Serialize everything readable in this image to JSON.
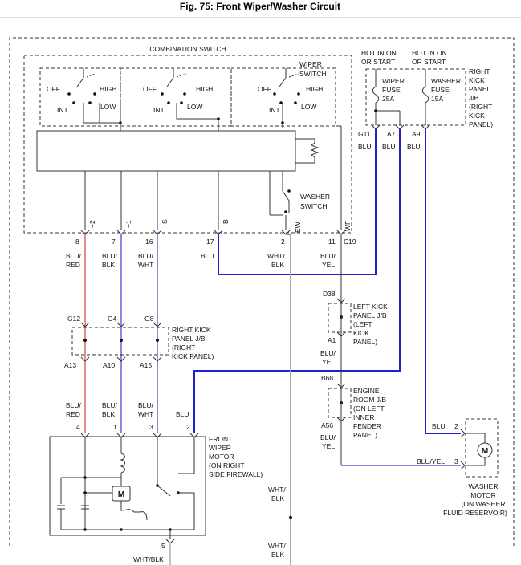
{
  "title": "Fig. 75: Front Wiper/Washer Circuit",
  "combination_switch": {
    "label": "COMBINATION SWITCH",
    "wiper_switch": [
      "WIPER",
      "SWITCH"
    ],
    "washer_switch": [
      "WASHER",
      "SWITCH"
    ],
    "positions": {
      "off": "OFF",
      "high": "HIGH",
      "int": "INT",
      "low": "LOW"
    }
  },
  "hot_in_1": [
    "HOT IN ON",
    "OR START"
  ],
  "hot_in_2": [
    "HOT IN ON",
    "OR START"
  ],
  "right_kick_panel_top": [
    "RIGHT",
    "KICK",
    "PANEL",
    "J/B",
    "(RIGHT",
    "KICK",
    "PANEL)"
  ],
  "fuses": [
    {
      "name": "WIPER",
      "line2": "FUSE",
      "amps": "25A"
    },
    {
      "name": "WASHER",
      "line2": "FUSE",
      "amps": "15A"
    }
  ],
  "top_connectors": [
    "G11",
    "A7",
    "A9"
  ],
  "top_wire_colors": [
    "BLU",
    "BLU",
    "BLU"
  ],
  "switch_terminals": [
    {
      "pin": "8",
      "name": "+2",
      "color1": "BLU/",
      "color2": "RED"
    },
    {
      "pin": "7",
      "name": "+1",
      "color1": "BLU/",
      "color2": "BLK"
    },
    {
      "pin": "16",
      "name": "+S",
      "color1": "BLU/",
      "color2": "WHT"
    },
    {
      "pin": "17",
      "name": "+B",
      "color1": "",
      "color2": "BLU"
    },
    {
      "pin": "2",
      "name": "EW",
      "color1": "WHT/",
      "color2": "BLK"
    },
    {
      "pin": "11",
      "name": "WF",
      "color1": "BLU/",
      "color2": "YEL"
    }
  ],
  "switch_connector": "C19",
  "right_kick_mid": {
    "label": [
      "RIGHT KICK",
      "PANEL J/B",
      "(RIGHT",
      "KICK PANEL)"
    ],
    "top_pins": [
      "G12",
      "G4",
      "G8"
    ],
    "bottom_pins": [
      "A13",
      "A10",
      "A15"
    ]
  },
  "left_kick": {
    "label": [
      "LEFT KICK",
      "PANEL J/B",
      "(LEFT",
      "KICK",
      "PANEL)"
    ],
    "top_pin": "D38",
    "bottom_pin": "A1",
    "color1": "BLU/",
    "color2": "YEL"
  },
  "engine_room": {
    "label": [
      "ENGINE",
      "ROOM J/B",
      "(ON LEFT",
      "INNER",
      "FENDER",
      "PANEL)"
    ],
    "top_pin": "B68",
    "bottom_pin": "A56",
    "color1": "BLU/",
    "color2": "YEL"
  },
  "motor_wire_colors": [
    {
      "c1": "BLU/",
      "c2": "RED"
    },
    {
      "c1": "BLU/",
      "c2": "BLK"
    },
    {
      "c1": "BLU/",
      "c2": "WHT"
    },
    {
      "c1": "",
      "c2": "BLU"
    }
  ],
  "front_motor": {
    "label": [
      "FRONT",
      "WIPER",
      "MOTOR",
      "(ON RIGHT",
      "SIDE FIREWALL)"
    ],
    "pins": [
      "4",
      "1",
      "3",
      "2"
    ],
    "ground_pin": "5",
    "ground_color": "WHT/BLK",
    "motor_symbol": "M"
  },
  "white_black_1": [
    "WHT/",
    "BLK"
  ],
  "white_black_2": [
    "WHT/",
    "BLK"
  ],
  "washer_motor": {
    "label": [
      "WASHER",
      "MOTOR",
      "(ON WASHER",
      "FLUID RESERVOIR)"
    ],
    "pin2": "2",
    "pin3": "3",
    "color_in": "BLU",
    "color_out": "BLU/YEL",
    "motor_symbol": "M"
  },
  "colors": {
    "blue": "#2222cc",
    "light_blue": "#8a8ae0",
    "red": "#d04040"
  }
}
